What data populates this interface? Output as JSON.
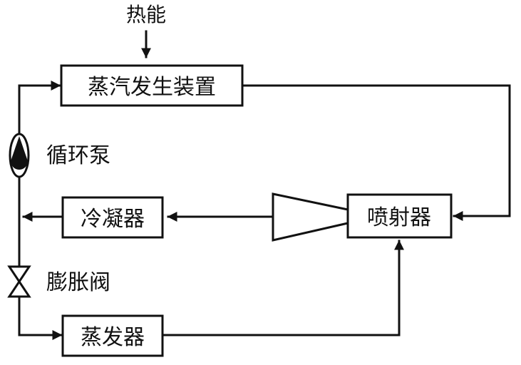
{
  "labels": {
    "heat_input": "热能",
    "generator": "蒸汽发生装置",
    "pump": "循环泵",
    "condenser": "冷凝器",
    "ejector": "喷射器",
    "expansion_valve": "膨胀阀",
    "evaporator": "蒸发器"
  },
  "colors": {
    "line": "#111111",
    "background": "#ffffff"
  }
}
